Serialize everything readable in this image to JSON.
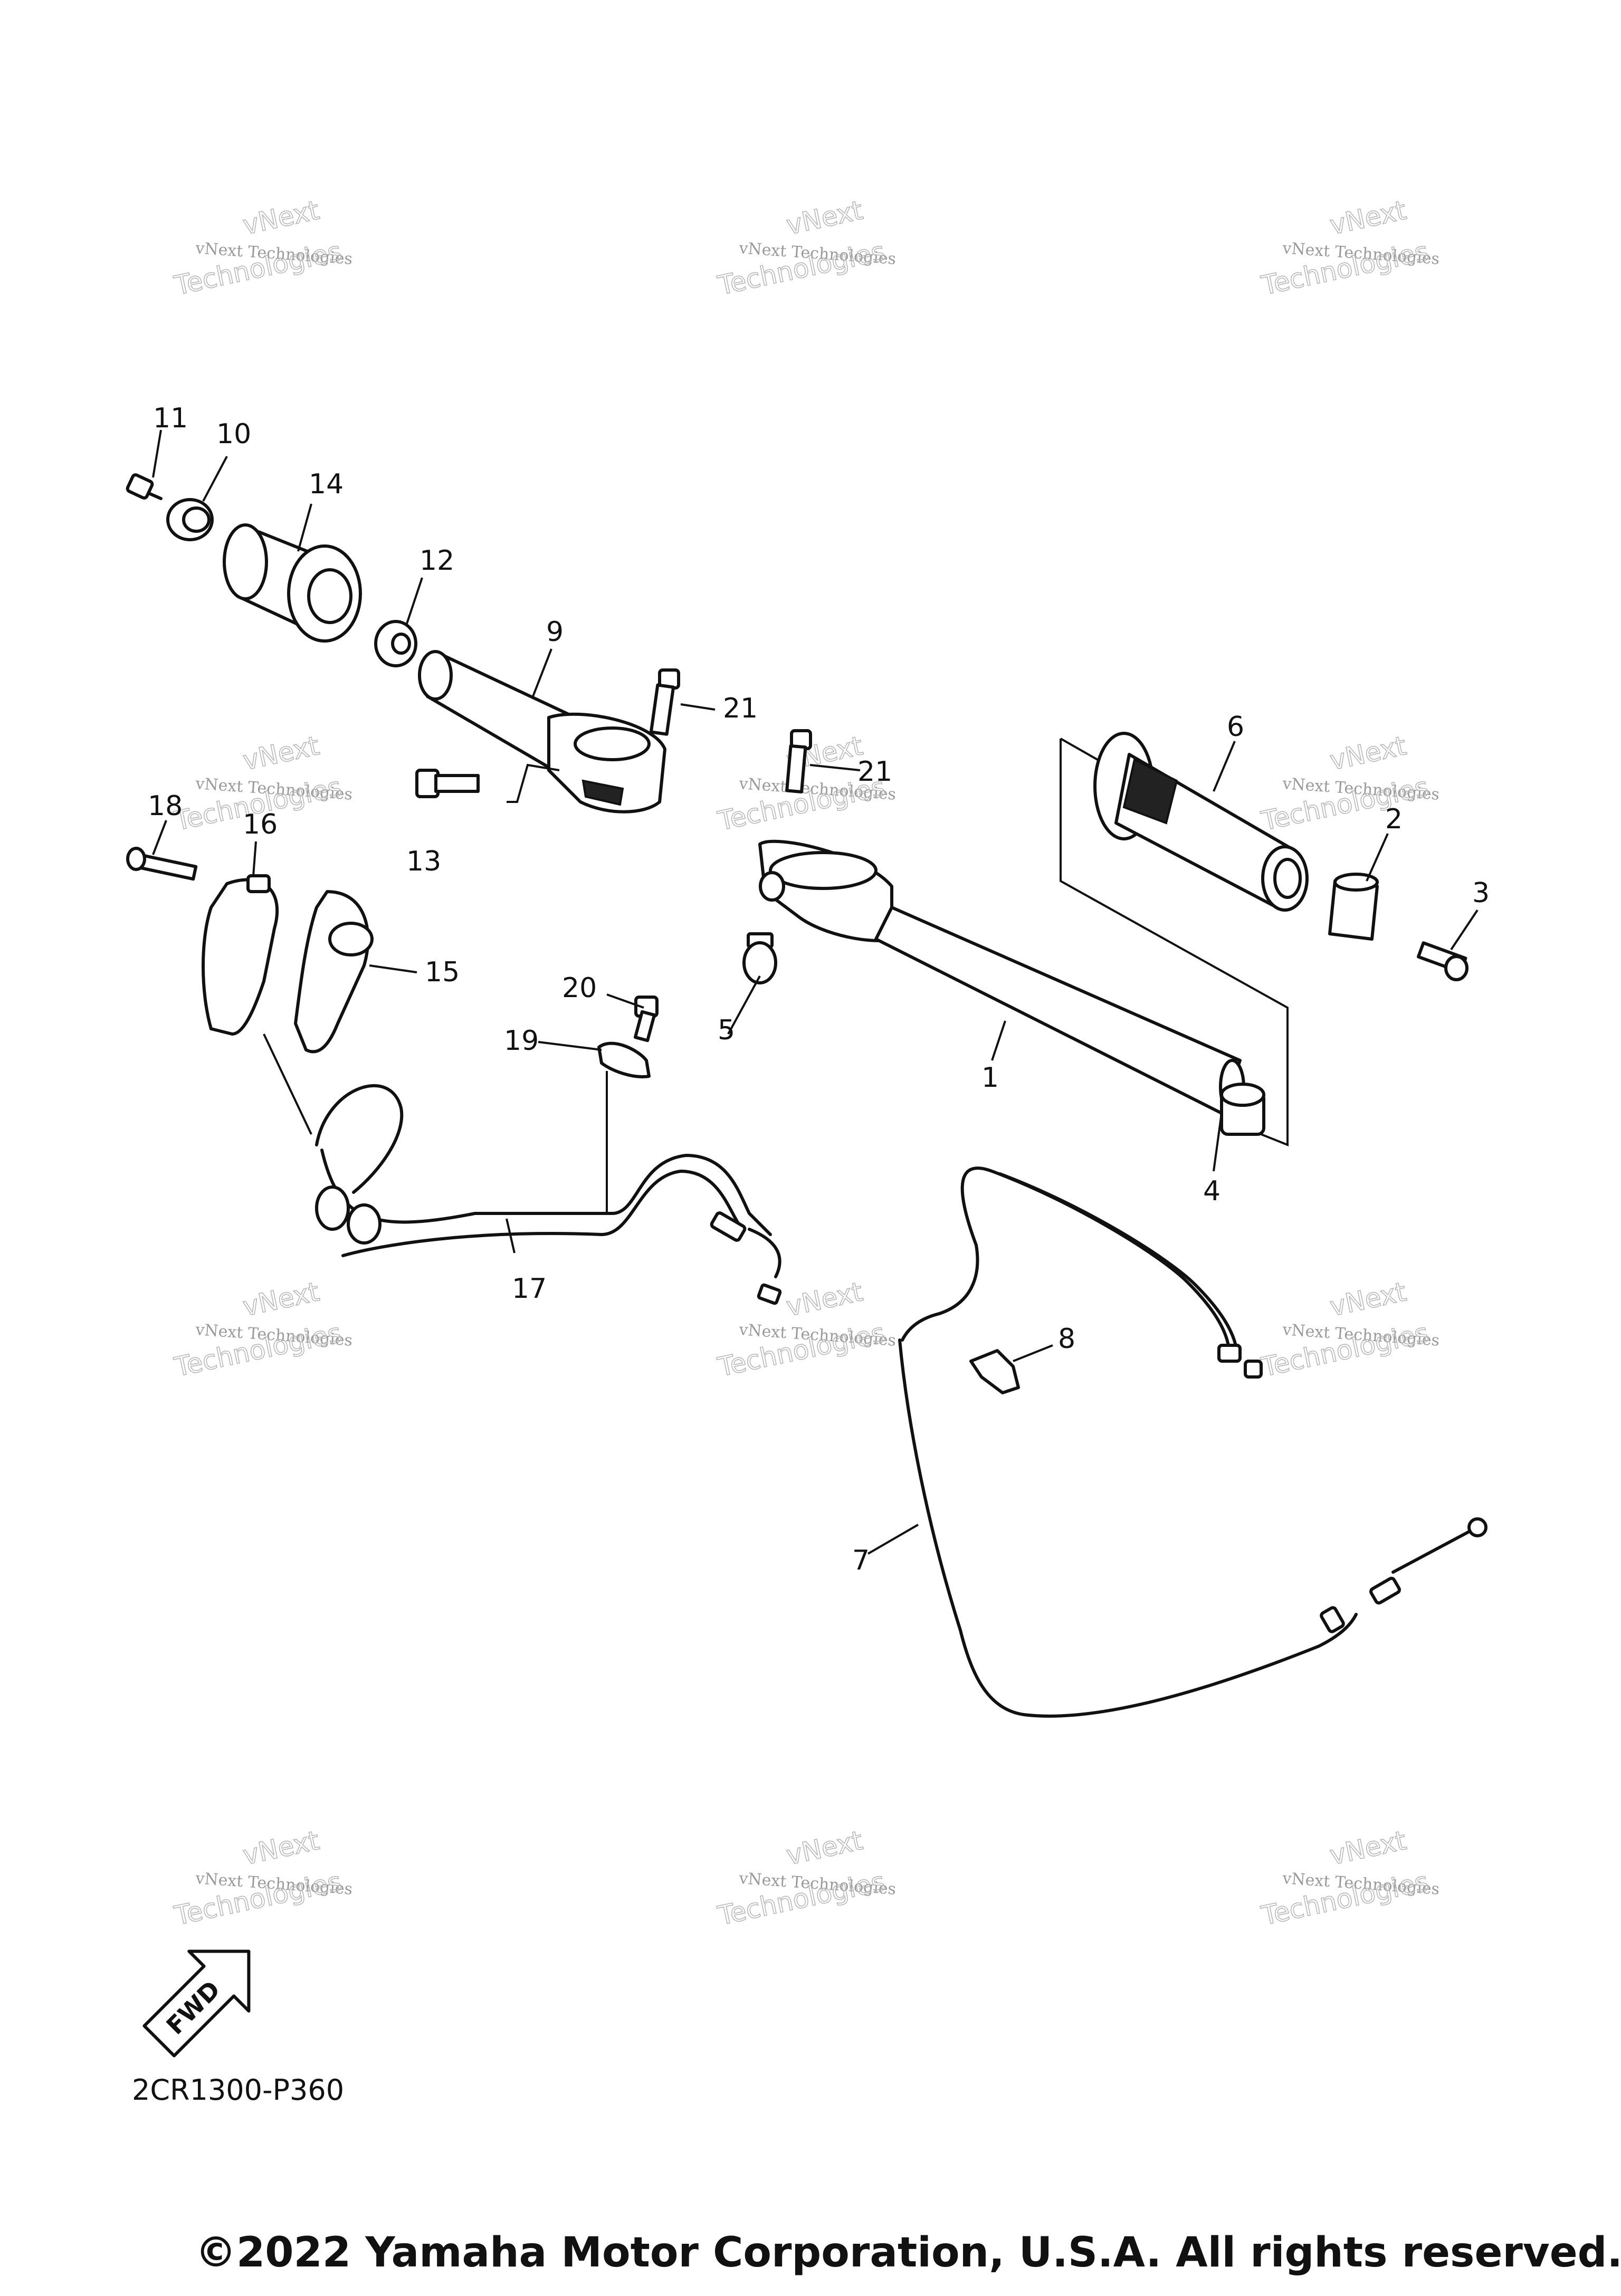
{
  "diagram": {
    "reference_code": "2CR1300-P360",
    "copyright": "©2022 Yamaha Motor Corporation, U.S.A. All rights reserved.",
    "fwd_label": "FWD",
    "watermark": {
      "line1": "vNext Technologies",
      "line2": "Technologies",
      "line3": "vNext"
    },
    "callouts": [
      "1",
      "2",
      "3",
      "4",
      "5",
      "6",
      "7",
      "8",
      "9",
      "10",
      "11",
      "12",
      "13",
      "14",
      "15",
      "16",
      "17",
      "18",
      "19",
      "20",
      "21"
    ]
  },
  "icons": {
    "fwd_arrow": "fwd-arrow-icon"
  },
  "colors": {
    "ink": "#111111",
    "watermark": "#9a9a9a"
  }
}
